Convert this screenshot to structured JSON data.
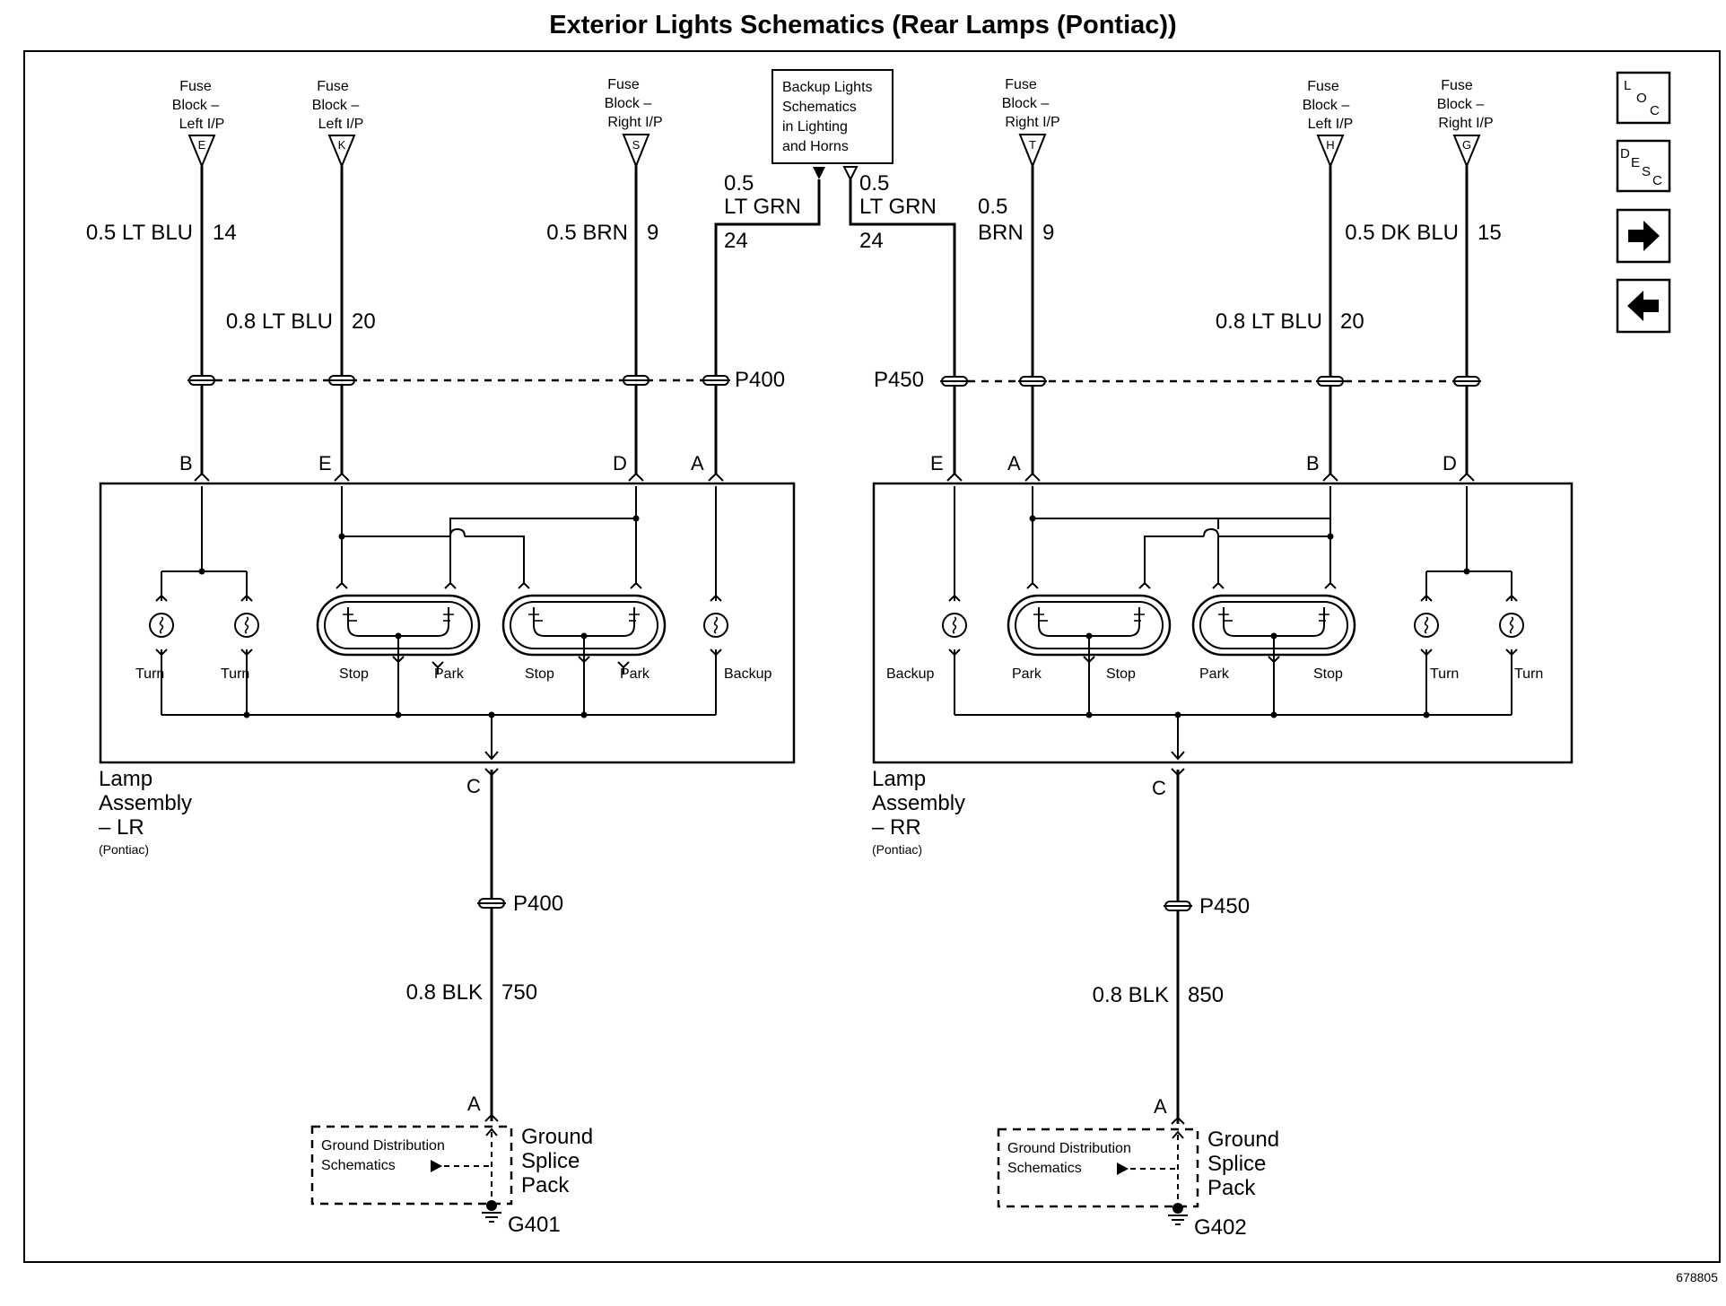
{
  "title": "Exterior Lights Schematics (Rear Lamps (Pontiac))",
  "doc_number": "678805",
  "nav_buttons": {
    "loc": "LOC",
    "desc": "DESC",
    "next": "arrow-right-icon",
    "prev": "arrow-left-icon"
  },
  "fuses": {
    "lr_turn": {
      "lines": [
        "Fuse",
        "Block –",
        "Left I/P"
      ],
      "term": "E"
    },
    "lr_park": {
      "lines": [
        "Fuse",
        "Block –",
        "Left I/P"
      ],
      "term": "K"
    },
    "lr_stop": {
      "lines": [
        "Fuse",
        "Block –",
        "Right I/P"
      ],
      "term": "S"
    },
    "rr_stop": {
      "lines": [
        "Fuse",
        "Block –",
        "Right I/P"
      ],
      "term": "T"
    },
    "rr_park": {
      "lines": [
        "Fuse",
        "Block –",
        "Left I/P"
      ],
      "term": "H"
    },
    "rr_turn": {
      "lines": [
        "Fuse",
        "Block –",
        "Right I/P"
      ],
      "term": "G"
    }
  },
  "backup_box": {
    "lines": [
      "Backup Lights",
      "Schematics",
      "in Lighting",
      "and Horns"
    ]
  },
  "wires": {
    "lr_turn": {
      "size_color": "0.5 LT BLU",
      "circuit": "14"
    },
    "lr_park": {
      "size_color": "0.8 LT BLU",
      "circuit": "20"
    },
    "lr_stop": {
      "size_color": "0.5 BRN",
      "circuit": "9"
    },
    "lr_backup": {
      "size": "0.5",
      "color": "LT GRN",
      "circuit": "24"
    },
    "rr_backup": {
      "size": "0.5",
      "color": "LT GRN",
      "circuit": "24"
    },
    "rr_stop": {
      "size": "0.5",
      "color": "BRN",
      "circuit": "9"
    },
    "rr_park": {
      "size_color": "0.8 LT BLU",
      "circuit": "20"
    },
    "rr_turn": {
      "size_color": "0.5 DK BLU",
      "circuit": "15"
    },
    "lr_ground": {
      "size_color": "0.8 BLK",
      "circuit": "750"
    },
    "rr_ground": {
      "size_color": "0.8 BLK",
      "circuit": "850"
    }
  },
  "connectors": {
    "left": "P400",
    "right": "P450"
  },
  "lr_pins": {
    "turn": "B",
    "park": "E",
    "stop": "D",
    "backup": "A",
    "ground": "C",
    "splice": "A"
  },
  "rr_pins": {
    "backup": "E",
    "stop": "A",
    "park": "B",
    "turn": "D",
    "ground": "C",
    "splice": "A"
  },
  "lr_bulbs": [
    "Turn",
    "Turn",
    "Stop",
    "Park",
    "Stop",
    "Park",
    "Backup"
  ],
  "rr_bulbs": [
    "Backup",
    "Park",
    "Stop",
    "Park",
    "Stop",
    "Turn",
    "Turn"
  ],
  "lr_assembly": {
    "lines": [
      "Lamp",
      "Assembly",
      "– LR"
    ],
    "note": "(Pontiac)"
  },
  "rr_assembly": {
    "lines": [
      "Lamp",
      "Assembly",
      "– RR"
    ],
    "note": "(Pontiac)"
  },
  "ground_box": {
    "lines": [
      "Ground Distribution",
      "Schematics"
    ]
  },
  "splice_label": [
    "Ground",
    "Splice",
    "Pack"
  ],
  "grounds": {
    "left": "G401",
    "right": "G402"
  }
}
